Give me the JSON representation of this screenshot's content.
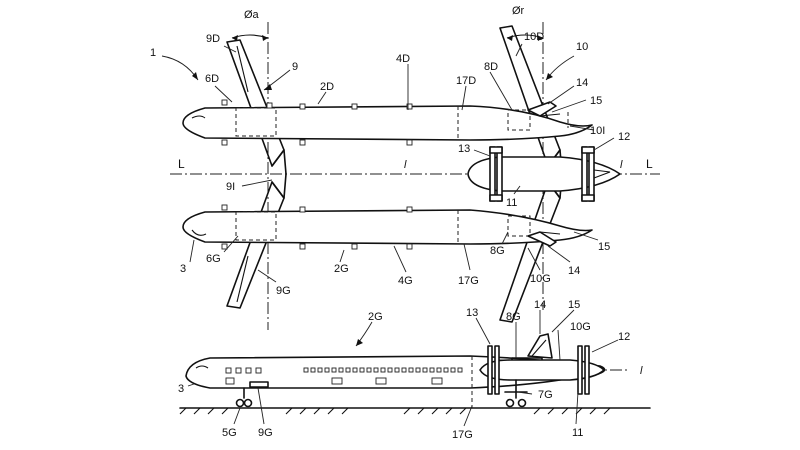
{
  "labels": {
    "l1": "1",
    "l9D": "9D",
    "l6D": "6D",
    "lOa": "Øa",
    "l9": "9",
    "l2D": "2D",
    "l4D": "4D",
    "l17D": "17D",
    "l8D": "8D",
    "lOr": "Ør",
    "l10D": "10D",
    "l10": "10",
    "l14a": "14",
    "l15a": "15",
    "l10I": "10I",
    "l12a": "12",
    "l13a": "13",
    "lLleft": "L",
    "lLright": "L",
    "llTop1": "l",
    "llTop2": "l",
    "l9I": "9I",
    "l11a": "11",
    "l3a": "3",
    "l6G": "6G",
    "l9Ga": "9G",
    "l2Ga": "2G",
    "l4G": "4G",
    "l17Ga": "17G",
    "l8Ga": "8G",
    "l10Ga": "10G",
    "l14b": "14",
    "l15b": "15",
    "l2Gb": "2G",
    "l13b": "13",
    "l8Gb": "8G",
    "l14c": "14",
    "l15c": "15",
    "l10Gb": "10G",
    "l12b": "12",
    "llSide": "l",
    "l3b": "3",
    "l7G": "7G",
    "l5G": "5G",
    "l9Gb": "9G",
    "l17Gb": "17G",
    "l11b": "11"
  }
}
